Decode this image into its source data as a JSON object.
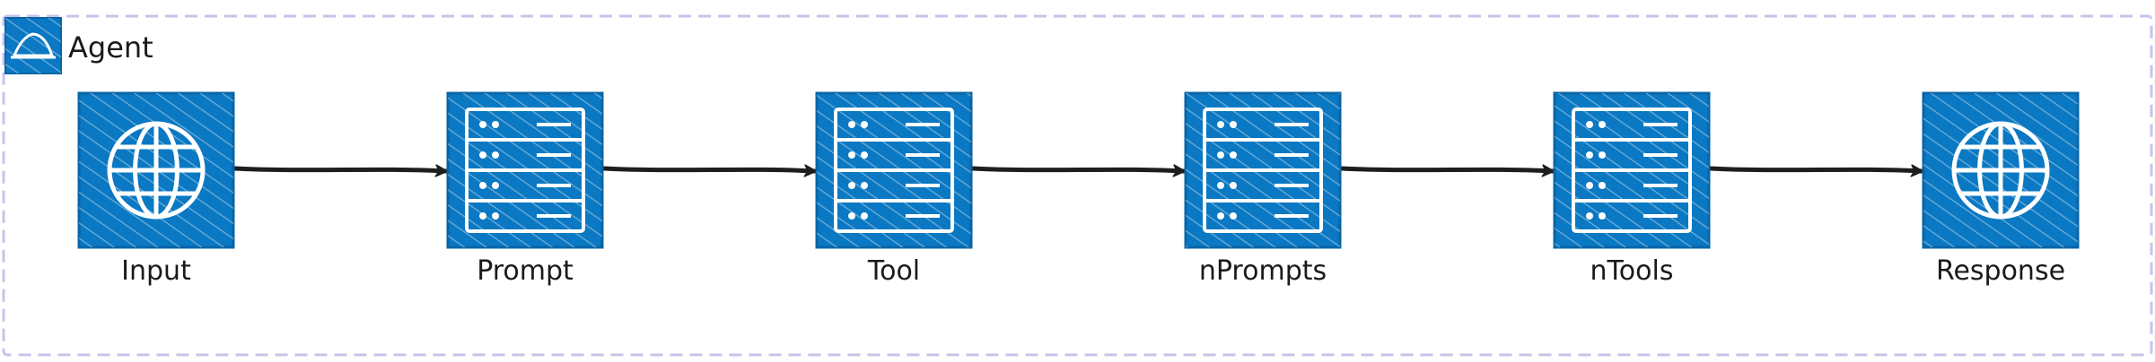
{
  "cluster": {
    "label": "Agent",
    "icon": "cluster-icon"
  },
  "nodes": [
    {
      "id": "input",
      "label": "Input",
      "icon": "globe-icon"
    },
    {
      "id": "prompt",
      "label": "Prompt",
      "icon": "server-icon"
    },
    {
      "id": "tool",
      "label": "Tool",
      "icon": "server-icon"
    },
    {
      "id": "nprompts",
      "label": "nPrompts",
      "icon": "server-icon"
    },
    {
      "id": "ntools",
      "label": "nTools",
      "icon": "server-icon"
    },
    {
      "id": "response",
      "label": "Response",
      "icon": "globe-icon"
    }
  ],
  "edges": [
    {
      "from": "input",
      "to": "prompt"
    },
    {
      "from": "prompt",
      "to": "tool"
    },
    {
      "from": "tool",
      "to": "nprompts"
    },
    {
      "from": "nprompts",
      "to": "ntools"
    },
    {
      "from": "ntools",
      "to": "response"
    }
  ],
  "colors": {
    "node_fill": "#0a78c2",
    "node_stroke": "#0865a6",
    "edge": "#1e1e1e",
    "cluster_border": "#c7c3ea",
    "icon_stroke": "#ffffff"
  }
}
